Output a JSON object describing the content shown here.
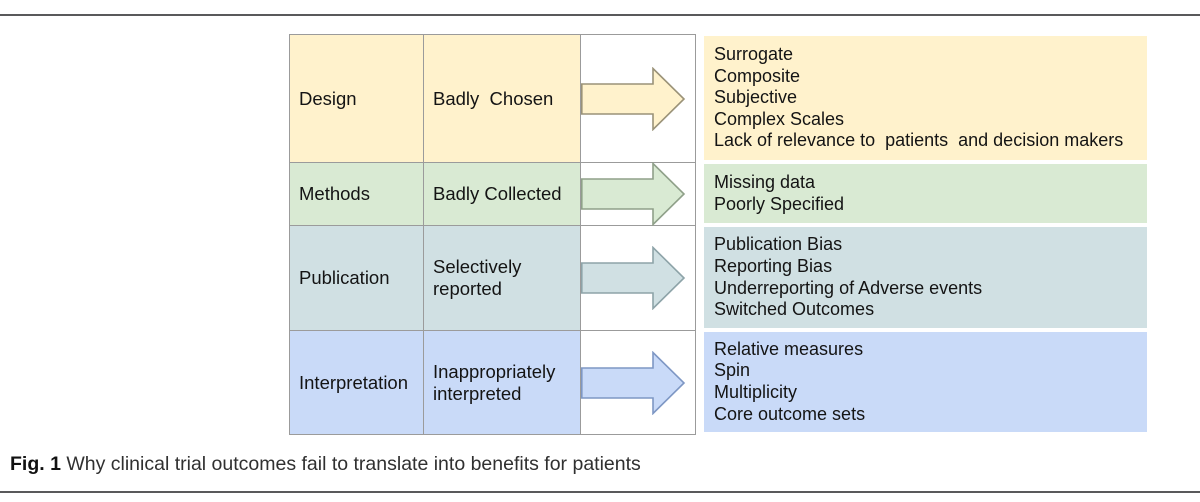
{
  "caption": {
    "label": "Fig. 1",
    "text": " Why clinical trial outcomes fail to translate into benefits for patients"
  },
  "colors": {
    "cell_border": "#9b9b9b",
    "rule": "#59595b"
  },
  "table": {
    "rows": [
      {
        "stage": "Design",
        "problem": "Badly  Chosen",
        "outcomes": "Surrogate\nComposite\nSubjective\nComplex Scales\nLack of relevance to  patients  and decision makers",
        "fill": "#fff2cc",
        "arrow_stroke": "#9a9278"
      },
      {
        "stage": "Methods",
        "problem": "Badly Collected",
        "outcomes": "Missing data\nPoorly Specified",
        "fill": "#d9ead3",
        "arrow_stroke": "#8fa089"
      },
      {
        "stage": "Publication",
        "problem": "Selectively reported",
        "outcomes": "Publication Bias\nReporting Bias\nUnderreporting of Adverse events\nSwitched Outcomes",
        "fill": "#d0e0e3",
        "arrow_stroke": "#8da3a8"
      },
      {
        "stage": "Interpretation",
        "problem": "Inappropriately interpreted",
        "outcomes": "Relative measures\nSpin\nMultiplicity\nCore outcome sets",
        "fill": "#c9daf8",
        "arrow_stroke": "#7e97c4"
      }
    ]
  }
}
